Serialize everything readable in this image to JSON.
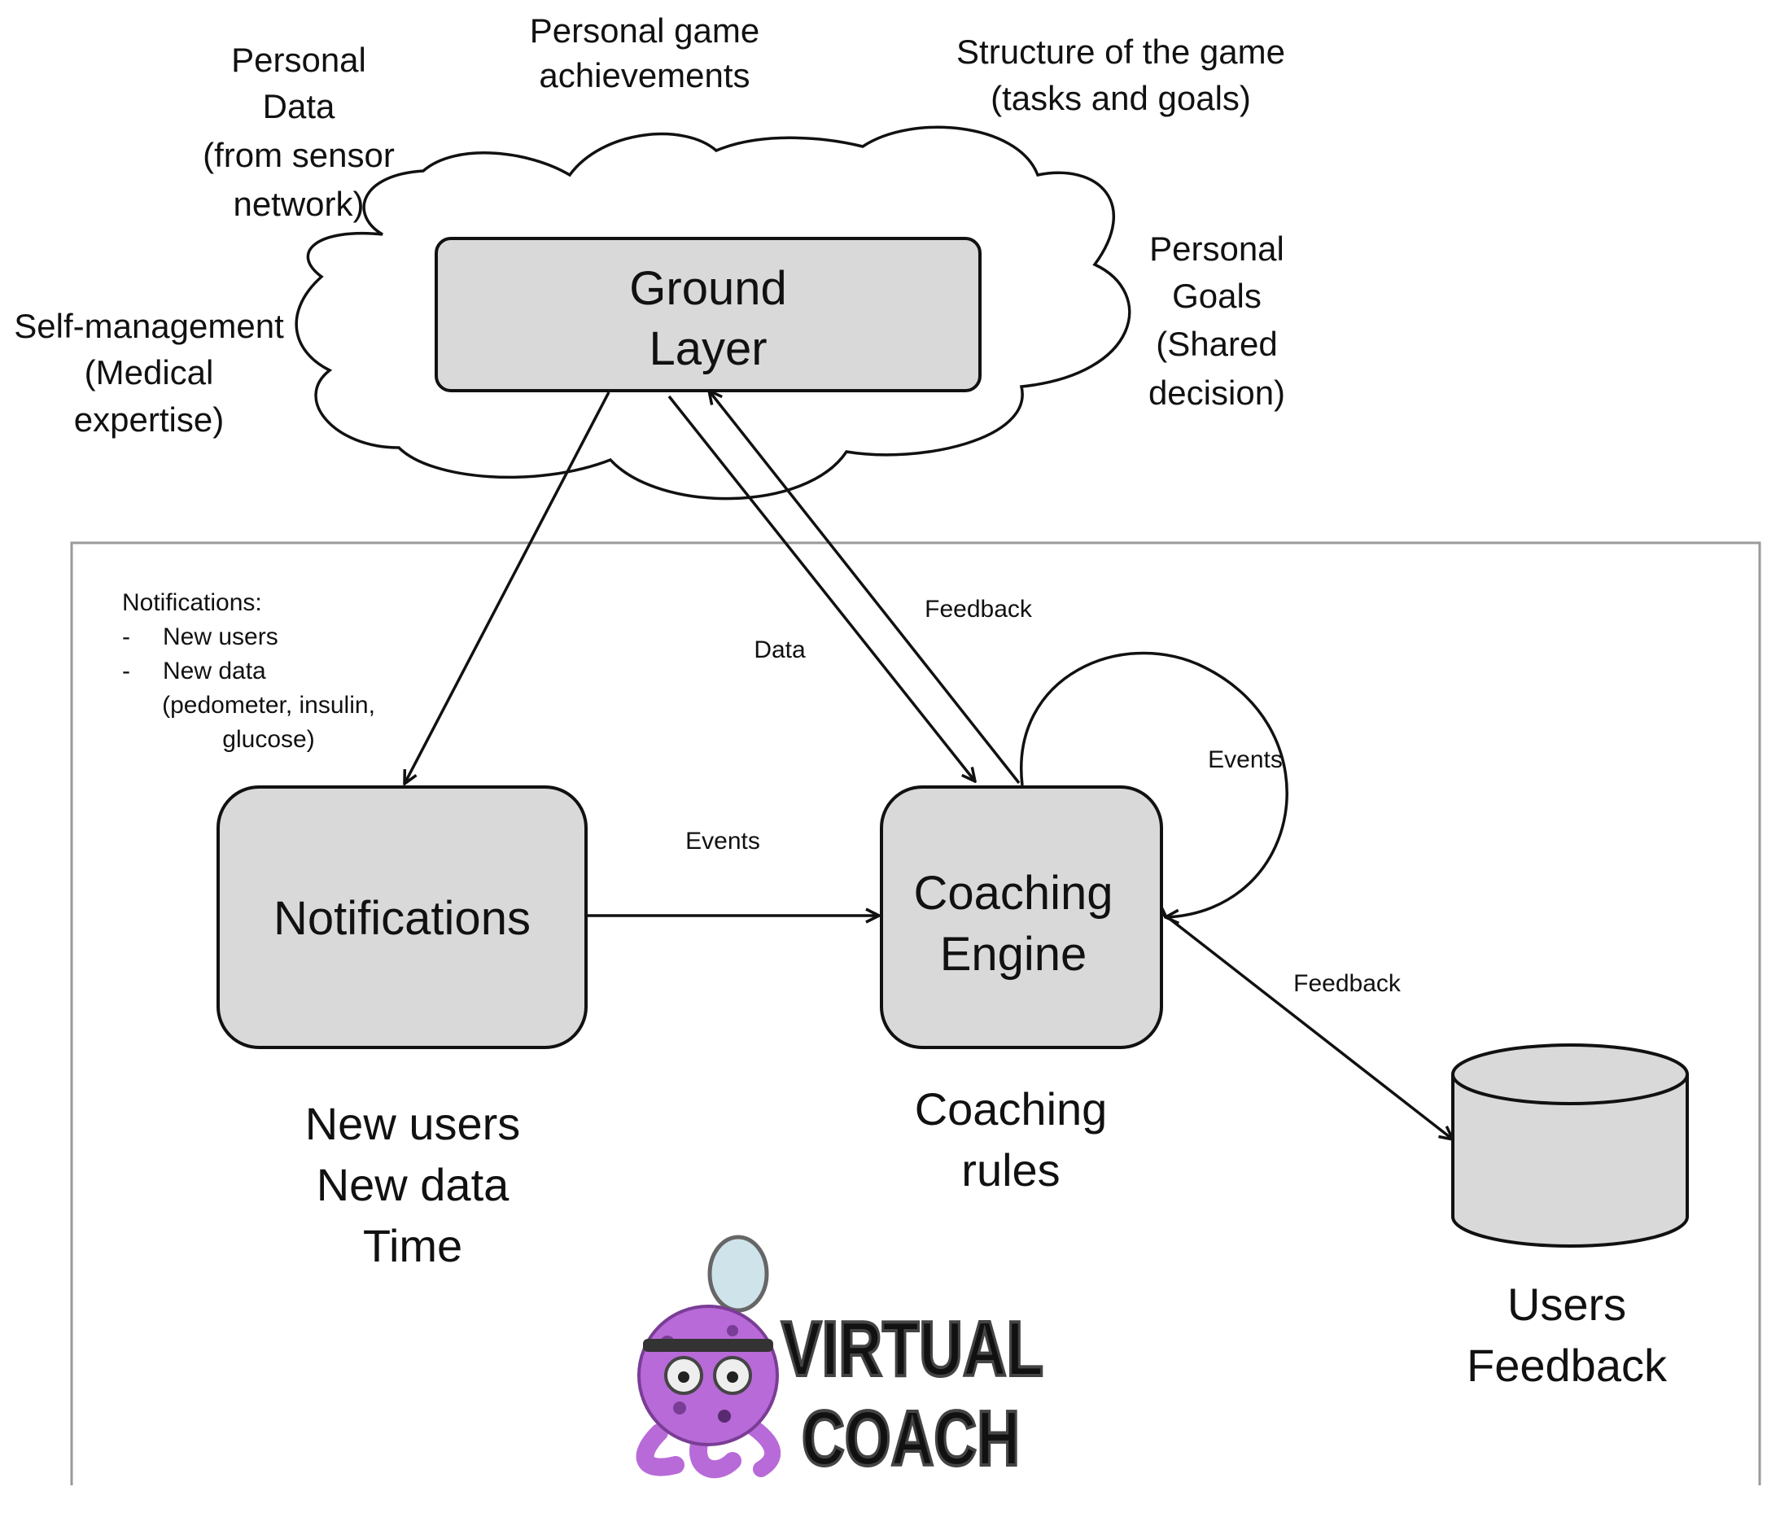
{
  "cloud": {
    "box_label": [
      "Ground",
      "Layer"
    ],
    "inputs": {
      "personal_data": [
        "Personal",
        "Data",
        "(from sensor",
        "network)"
      ],
      "game_achievements": [
        "Personal game",
        "achievements"
      ],
      "game_structure": [
        "Structure of the game",
        "(tasks and goals)"
      ],
      "personal_goals": [
        "Personal",
        "Goals",
        "(Shared",
        "decision)"
      ],
      "self_management": [
        "Self-management",
        "(Medical",
        "expertise)"
      ]
    }
  },
  "nodes": {
    "notifications": {
      "label": "Notifications",
      "caption": [
        "New users",
        "New data",
        "Time"
      ],
      "note_title": "Notifications:",
      "note_bullets": [
        "New users",
        "New data"
      ],
      "note_detail": [
        "(pedometer, insulin,",
        "glucose)"
      ]
    },
    "coaching_engine": {
      "label": [
        "Coaching",
        "Engine"
      ],
      "caption": [
        "Coaching",
        "rules"
      ]
    },
    "users_feedback": {
      "caption": [
        "Users",
        "Feedback"
      ]
    }
  },
  "edges": {
    "data": "Data",
    "feedback_ground": "Feedback",
    "events_self": "Events",
    "events_notif": "Events",
    "feedback_db": "Feedback"
  },
  "logo": {
    "line1": "VIRTUAL",
    "line2": "COACH"
  },
  "colors": {
    "box_fill": "#d9d9d9",
    "line": "#111111",
    "frame": "#9a9a9a",
    "mascot": "#b86ad8"
  }
}
